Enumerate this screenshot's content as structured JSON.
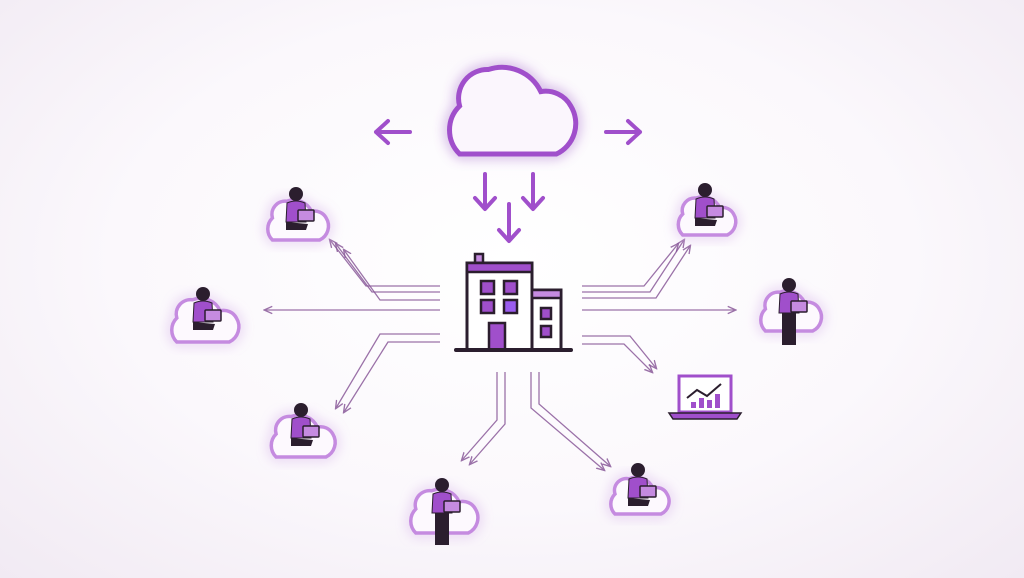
{
  "colors": {
    "accent": "#a04fcb",
    "accent_light": "#c58be0",
    "dark": "#2b1e2e",
    "line": "#8a5a9a",
    "window_highlight": "#9b5cf0"
  },
  "central": {
    "top_icon": "cloud-icon",
    "hub_icon": "office-building-icon"
  },
  "nodes": [
    {
      "icon": "person-laptop-cloud-icon",
      "pose": "sitting"
    },
    {
      "icon": "person-laptop-cloud-icon",
      "pose": "sitting"
    },
    {
      "icon": "person-laptop-cloud-icon",
      "pose": "sitting"
    },
    {
      "icon": "person-laptop-cloud-icon",
      "pose": "standing"
    },
    {
      "icon": "person-laptop-cloud-icon",
      "pose": "sitting"
    },
    {
      "icon": "person-laptop-cloud-icon",
      "pose": "sitting"
    },
    {
      "icon": "person-laptop-cloud-icon",
      "pose": "standing"
    },
    {
      "icon": "laptop-chart-icon",
      "pose": "none"
    }
  ],
  "arrows": {
    "cloud_sides": [
      "left",
      "right"
    ],
    "cloud_down": 3,
    "hub_outbound": 8
  }
}
